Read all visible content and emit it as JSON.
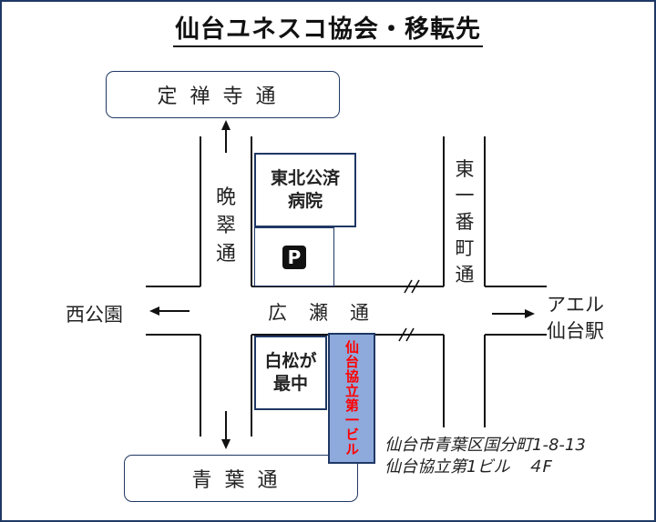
{
  "title": "仙台ユネスコ協会・移転先",
  "streets": {
    "jozenji": "定禅寺通",
    "aoba": "青葉通",
    "bansui": "晩翠通",
    "higashi_ichibancho": "東一番町通",
    "hirose": "広瀬通"
  },
  "places": {
    "west": "西公園",
    "aeru": "アエル\n仙台駅"
  },
  "buildings": {
    "hospital": "東北公済\n病院",
    "parking": "P",
    "shiramatsu": "白松が\n最中",
    "target": "仙台協立第一ビル"
  },
  "address": {
    "line1": "仙台市青葉区国分町1-8-13",
    "line2": "仙台協立第1ビル　４F"
  },
  "colors": {
    "frame": "#1f3864",
    "target_fill": "#8ea9db",
    "target_text": "#ff0000"
  }
}
